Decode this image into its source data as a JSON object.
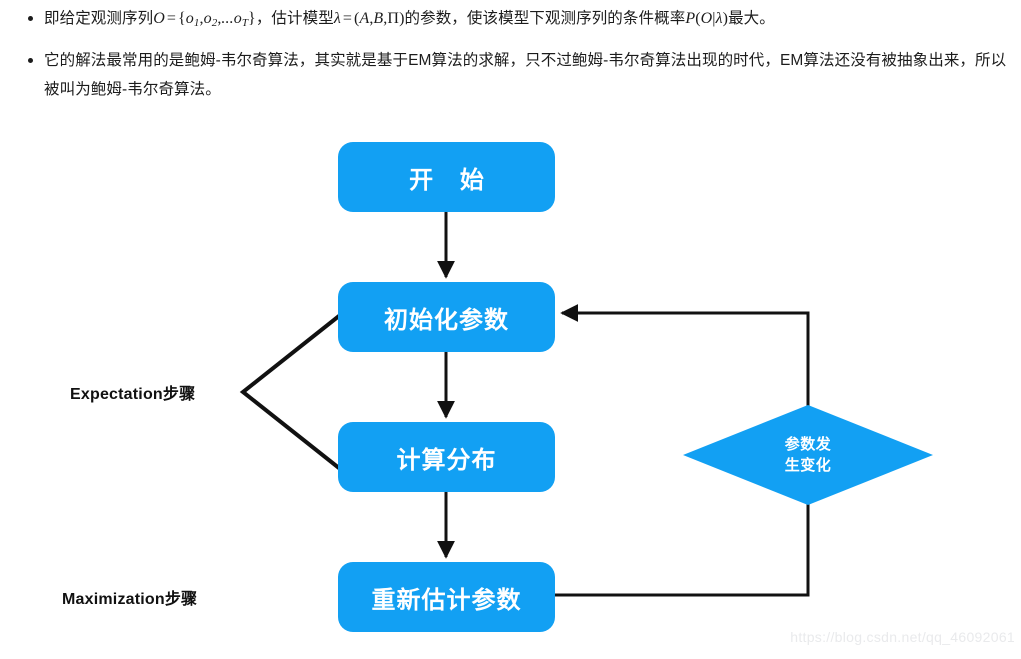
{
  "document": {
    "bullets": [
      {
        "id": "bullet-1",
        "segments": [
          {
            "t": "即给定观测序列",
            "k": "cjk"
          },
          {
            "t": "O",
            "k": "mathi"
          },
          {
            "t": "=",
            "k": "mop"
          },
          {
            "t": "{",
            "k": "mathu"
          },
          {
            "t": "o",
            "k": "mathi"
          },
          {
            "t": "1",
            "k": "msub"
          },
          {
            "t": ",",
            "k": "mathu"
          },
          {
            "t": "o",
            "k": "mathi"
          },
          {
            "t": "2",
            "k": "msub"
          },
          {
            "t": ",",
            "k": "mathu"
          },
          {
            "t": "...o",
            "k": "mathi"
          },
          {
            "t": "T",
            "k": "msub"
          },
          {
            "t": "}",
            "k": "mathu"
          },
          {
            "t": "，估计模型",
            "k": "cjk"
          },
          {
            "t": "λ",
            "k": "mathi"
          },
          {
            "t": "=",
            "k": "mop"
          },
          {
            "t": "(",
            "k": "mathu"
          },
          {
            "t": "A",
            "k": "mathi"
          },
          {
            "t": ",",
            "k": "mathu"
          },
          {
            "t": "B",
            "k": "mathi"
          },
          {
            "t": ",",
            "k": "mathu"
          },
          {
            "t": "Π",
            "k": "mathu"
          },
          {
            "t": ")",
            "k": "mathu"
          },
          {
            "t": "的参数，使该模型下观测序列的条件概率",
            "k": "cjk"
          },
          {
            "t": "P",
            "k": "mathi"
          },
          {
            "t": "(",
            "k": "mathu"
          },
          {
            "t": "O",
            "k": "mathi"
          },
          {
            "t": "|",
            "k": "mathu"
          },
          {
            "t": "λ",
            "k": "mathi"
          },
          {
            "t": ")",
            "k": "mathu"
          },
          {
            "t": "最大。",
            "k": "cjk"
          }
        ],
        "plain": "即给定观测序列O = {o1, o2, ...oT}，估计模型λ = (A, B, Π)的参数，使该模型下观测序列的条件概率P(O|λ)最大。"
      },
      {
        "id": "bullet-2",
        "segments": [
          {
            "t": "它的解法最常用的是鲍姆-韦尔奇算法，其实就是基于EM算法的求解，只不过鲍姆-韦尔奇算法出现的时代，EM算法还没有被抽象出来，所以被叫为鲍姆-韦尔奇算法。",
            "k": "cjk"
          }
        ],
        "plain": "它的解法最常用的是鲍姆-韦尔奇算法，其实就是基于EM算法的求解，只不过鲍姆-韦尔奇算法出现的时代，EM算法还没有被抽象出来，所以被叫为鲍姆-韦尔奇算法。"
      }
    ]
  },
  "flowchart": {
    "node_fill": "#12a0f3",
    "node_text_color": "#ffffff",
    "connector_color": "#111111",
    "nodes": [
      {
        "id": "start",
        "label": "开  始",
        "shape": "rounded-rect"
      },
      {
        "id": "init",
        "label": "初始化参数",
        "shape": "rounded-rect"
      },
      {
        "id": "compute",
        "label": "计算分布",
        "shape": "rounded-rect"
      },
      {
        "id": "reestimate",
        "label": "重新估计参数",
        "shape": "rounded-rect"
      }
    ],
    "decision": {
      "id": "param-changed",
      "line1": "参数发",
      "line2": "生变化",
      "shape": "diamond"
    },
    "side_labels": [
      {
        "id": "expectation",
        "label": "Expectation步骤"
      },
      {
        "id": "maximization",
        "label": "Maximization步骤"
      }
    ]
  },
  "watermark": {
    "text": "https://blog.csdn.net/qq_46092061"
  }
}
